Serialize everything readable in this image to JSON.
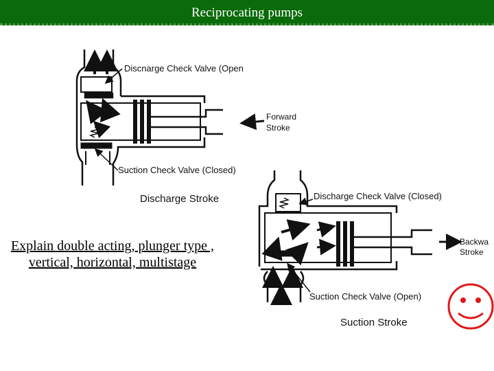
{
  "slide": {
    "title": "Reciprocating pumps"
  },
  "diagram1": {
    "discharge_valve_label": "Discnarge Check Valve (Open",
    "forward_stroke_line1": "Forward",
    "forward_stroke_line2": "Stroke",
    "suction_valve_label": "Suction Check Valve (Closed)",
    "caption": "Discharge Stroke"
  },
  "diagram2": {
    "discharge_valve_label": "Discharge Check Valve (Closed)",
    "backward_stroke_line1": "Backwa",
    "backward_stroke_line2": "Stroke",
    "suction_valve_label": "Suction Check Valve (Open)",
    "caption": "Suction Stroke"
  },
  "note": "Explain double acting, plunger type , vertical, horizontal, multistage",
  "colors": {
    "title_bg": "#0a6b0a",
    "smiley": "#e01818"
  }
}
